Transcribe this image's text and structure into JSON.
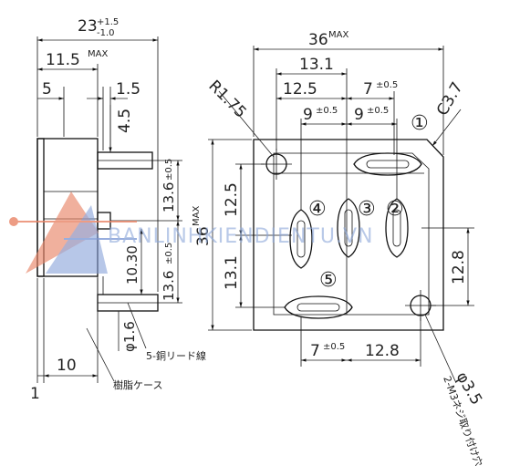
{
  "side_view": {
    "overall_width": "23",
    "overall_tol_plus": "+1.5",
    "overall_tol_minus": "-1.0",
    "body_width": "11.5",
    "body_width_sup": "MAX",
    "dim_5": "5",
    "dim_1_5": "1.5",
    "dim_4_5": "4.5",
    "pitch_upper": "13.6",
    "pitch_upper_tol": "±0.5",
    "pitch_lower": "13.6",
    "pitch_lower_tol": "±0.5",
    "dim_10_30": "10.30",
    "dia_1_6": "φ1.6",
    "lead_note": "5-銅リード線",
    "dim_10": "10",
    "dim_1": "1",
    "case_note": "樹脂ケース"
  },
  "front_view": {
    "width_36": "36",
    "width_36_sup": "MAX",
    "dim_13_1_top": "13.1",
    "dim_12_5_top": "12.5",
    "dim_7": "7",
    "dim_7_tol": "±0.5",
    "r_1_75": "R1.75",
    "c_3_7": "C3.7",
    "dim_9_left": "9",
    "dim_9_left_tol": "±0.5",
    "dim_9_right": "9",
    "dim_9_right_tol": "±0.5",
    "height_36": "36",
    "height_36_sup": "MAX",
    "dim_12_5_left": "12.5",
    "dim_13_1_left": "13.1",
    "dim_12_8_right": "12.8",
    "dim_7_bottom": "7",
    "dim_7_bottom_tol": "±0.5",
    "dim_12_8_bottom": "12.8",
    "dia_3_5": "φ3.5",
    "mount_note": "2-M3ネジ取り付け穴",
    "terminal_1": "①",
    "terminal_2": "②",
    "terminal_3": "③",
    "terminal_4": "④",
    "terminal_5": "⑤"
  },
  "watermark": {
    "text": "BANLINHKIENDIENTU.VN"
  }
}
